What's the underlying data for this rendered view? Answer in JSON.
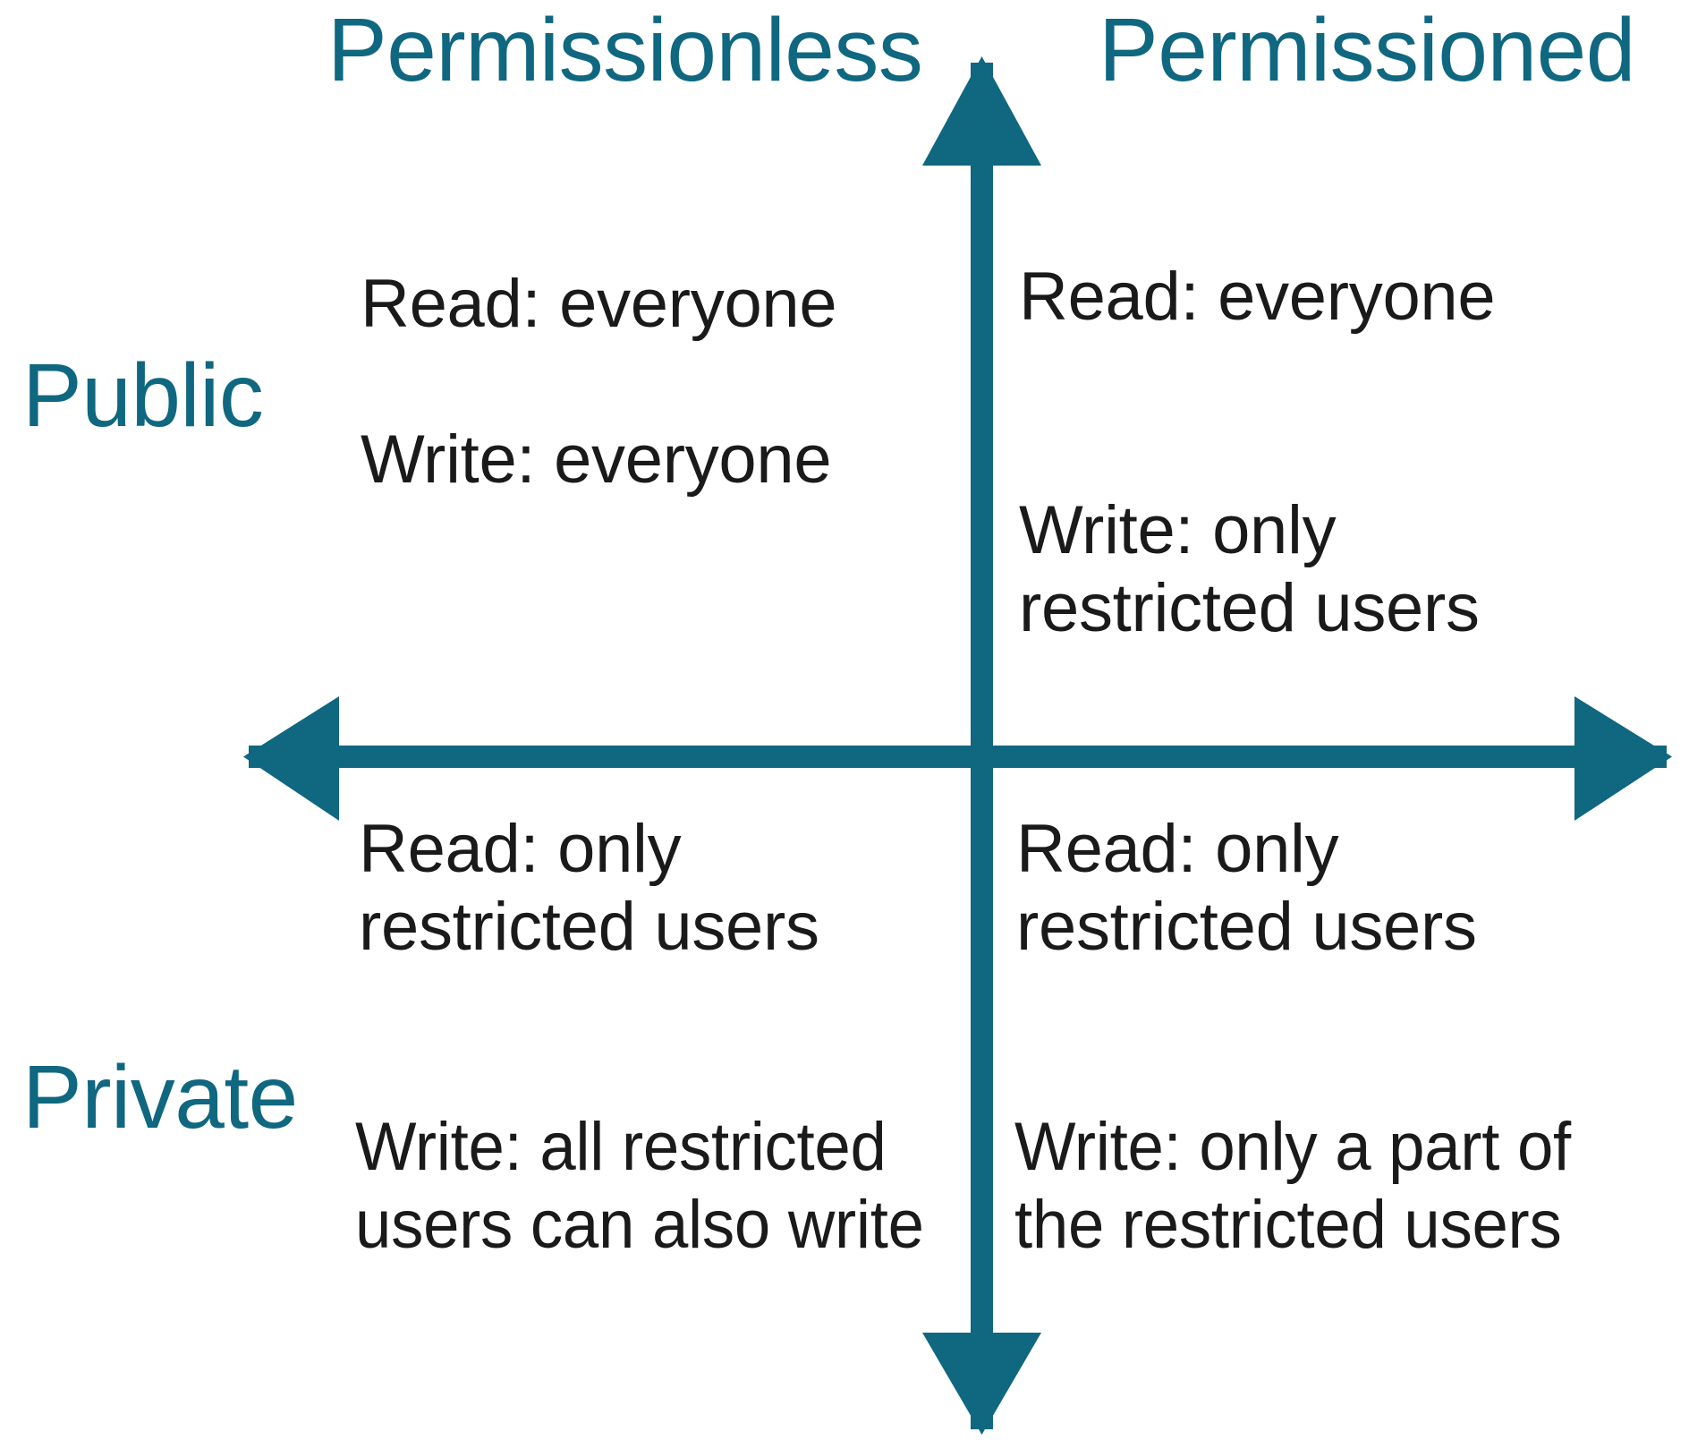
{
  "diagram": {
    "title": "Blockchain permission / visibility quadrant",
    "accent_color": "#0f6780",
    "text_color": "#1a1a1a",
    "background_color": "#ffffff"
  },
  "axes": {
    "horizontal": {
      "left_label": "Permissionless",
      "right_label": "Permissioned"
    },
    "vertical": {
      "top_label": "Public",
      "bottom_label": "Private"
    }
  },
  "quadrants": {
    "public_permissionless": {
      "read": "Read: everyone",
      "write": "Write: everyone"
    },
    "public_permissioned": {
      "read": "Read: everyone",
      "write": "Write: only\nrestricted users"
    },
    "private_permissionless": {
      "read": "Read: only\nrestricted users",
      "write": "Write: all restricted\nusers can also write"
    },
    "private_permissioned": {
      "read": "Read: only\nrestricted users",
      "write": "Write: only a part of\nthe restricted users"
    }
  }
}
